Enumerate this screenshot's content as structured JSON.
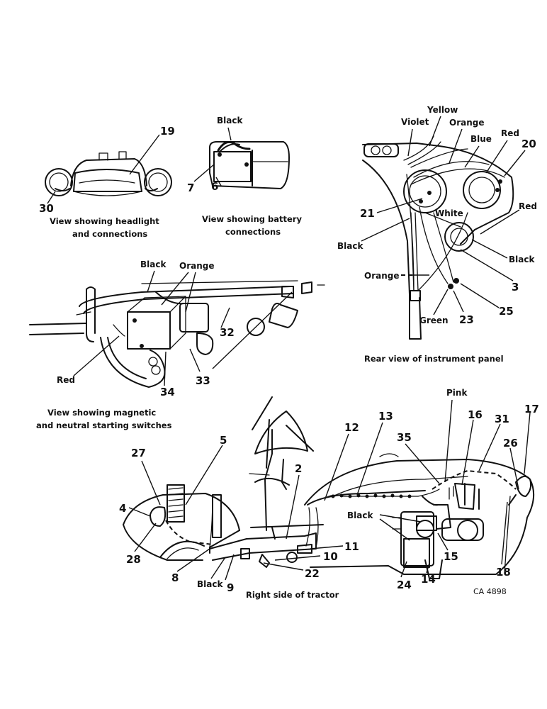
{
  "headlight_view": {
    "caption_line1": "View showing headlight",
    "caption_line2": "and connections",
    "callouts": [
      "19",
      "30"
    ]
  },
  "battery_view": {
    "caption_line1": "View showing battery",
    "caption_line2": "connections",
    "wire_label": "Black",
    "callouts": [
      "7",
      "6"
    ]
  },
  "instrument_panel_view": {
    "caption": "Rear view of instrument panel",
    "wire_labels": {
      "yellow": "Yellow",
      "violet": "Violet",
      "orange_top": "Orange",
      "blue": "Blue",
      "red_top": "Red",
      "red_right": "Red",
      "white": "White",
      "black_left": "Black",
      "black_right": "Black",
      "orange_left": "Orange",
      "green": "Green"
    },
    "callouts": [
      "20",
      "21",
      "3",
      "23",
      "25"
    ]
  },
  "starting_switch_view": {
    "caption_line1": "View showing magnetic",
    "caption_line2": "and neutral starting switches",
    "wire_labels": {
      "black": "Black",
      "orange": "Orange",
      "red": "Red"
    },
    "callouts": [
      "32",
      "33",
      "34"
    ]
  },
  "tractor_view": {
    "caption": "Right side of tractor",
    "wire_labels": {
      "pink": "Pink",
      "black_mid": "Black",
      "black_bottom": "Black"
    },
    "callouts": [
      "27",
      "5",
      "4",
      "28",
      "8",
      "9",
      "2",
      "12",
      "13",
      "35",
      "16",
      "31",
      "17",
      "26",
      "10",
      "11",
      "22",
      "15",
      "24",
      "14",
      "18"
    ]
  },
  "figure_code": "CA 4898"
}
